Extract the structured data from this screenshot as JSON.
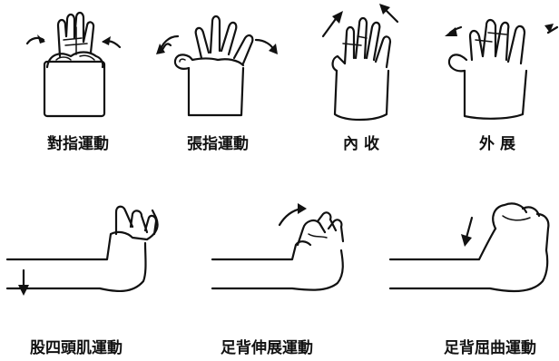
{
  "labels": {
    "opposition": "對指運動",
    "finger_spread": "張指運動",
    "adduction": "內 收",
    "abduction": "外 展",
    "quadriceps": "股四頭肌運動",
    "dorsiflexion": "足背伸展運動",
    "plantarflexion": "足背屈曲運動"
  },
  "colors": {
    "ink": "#111111",
    "background": "#ffffff"
  },
  "icons": {
    "arrows": "curved-arrow-icon",
    "hand": "hand-icon",
    "leg": "leg-cast-icon"
  }
}
